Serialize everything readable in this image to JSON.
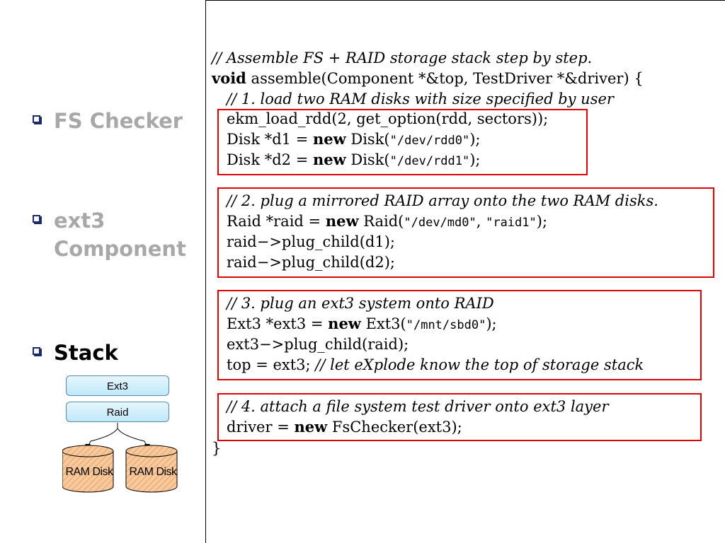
{
  "bullets": [
    {
      "label": "FS Checker",
      "active": false
    },
    {
      "label": "ext3 Component",
      "line1": "ext3",
      "line2": "Component",
      "active": false
    },
    {
      "label": "Stack",
      "active": true
    }
  ],
  "diagram": {
    "layers": [
      "Ext3",
      "Raid"
    ],
    "disks": [
      "RAM Disk",
      "RAM Disk"
    ],
    "colors": {
      "layer_fill": "#bfe8f8",
      "disk_fill": "#f8c99a",
      "disk_hatch": "#e8a070"
    }
  },
  "code": {
    "header_comment": "// Assemble FS + RAID storage stack step by step.",
    "signature": {
      "kw": "void",
      "rest": " assemble(Component *&top, TestDriver *&driver) {"
    },
    "step1": {
      "comment": "// 1. load two RAM disks with size specified by user",
      "l1": "ekm_load_rdd(2, get_option(rdd, sectors));",
      "l2_pre": "Disk *d1 = ",
      "l2_kw": "new",
      "l2_mid": " Disk(",
      "l2_str": "\"/dev/rdd0\"",
      "l2_post": ");",
      "l3_pre": "Disk *d2 = ",
      "l3_kw": "new",
      "l3_mid": " Disk(",
      "l3_str": "\"/dev/rdd1\"",
      "l3_post": ");"
    },
    "step2": {
      "comment": "// 2. plug a mirrored RAID array onto the two RAM disks.",
      "l1_pre": "Raid *raid = ",
      "l1_kw": "new",
      "l1_mid": " Raid(",
      "l1_str1": "\"/dev/md0\"",
      "l1_sep": ", ",
      "l1_str2": "\"raid1\"",
      "l1_post": ");",
      "l2": "raid−>plug_child(d1);",
      "l3": "raid−>plug_child(d2);"
    },
    "step3": {
      "comment": "// 3. plug an ext3 system onto RAID",
      "l1_pre": "Ext3 *ext3 = ",
      "l1_kw": "new",
      "l1_mid": " Ext3(",
      "l1_str": "\"/mnt/sbd0\"",
      "l1_post": ");",
      "l2": "ext3−>plug_child(raid);",
      "l3_pre": "top = ext3; ",
      "l3_cmt": "// let eXplode know the top of storage stack"
    },
    "step4": {
      "comment": "// 4. attach a file system test driver onto ext3 layer",
      "l1_pre": "driver = ",
      "l1_kw": "new",
      "l1_post": " FsChecker(ext3);"
    },
    "closing": "}"
  }
}
